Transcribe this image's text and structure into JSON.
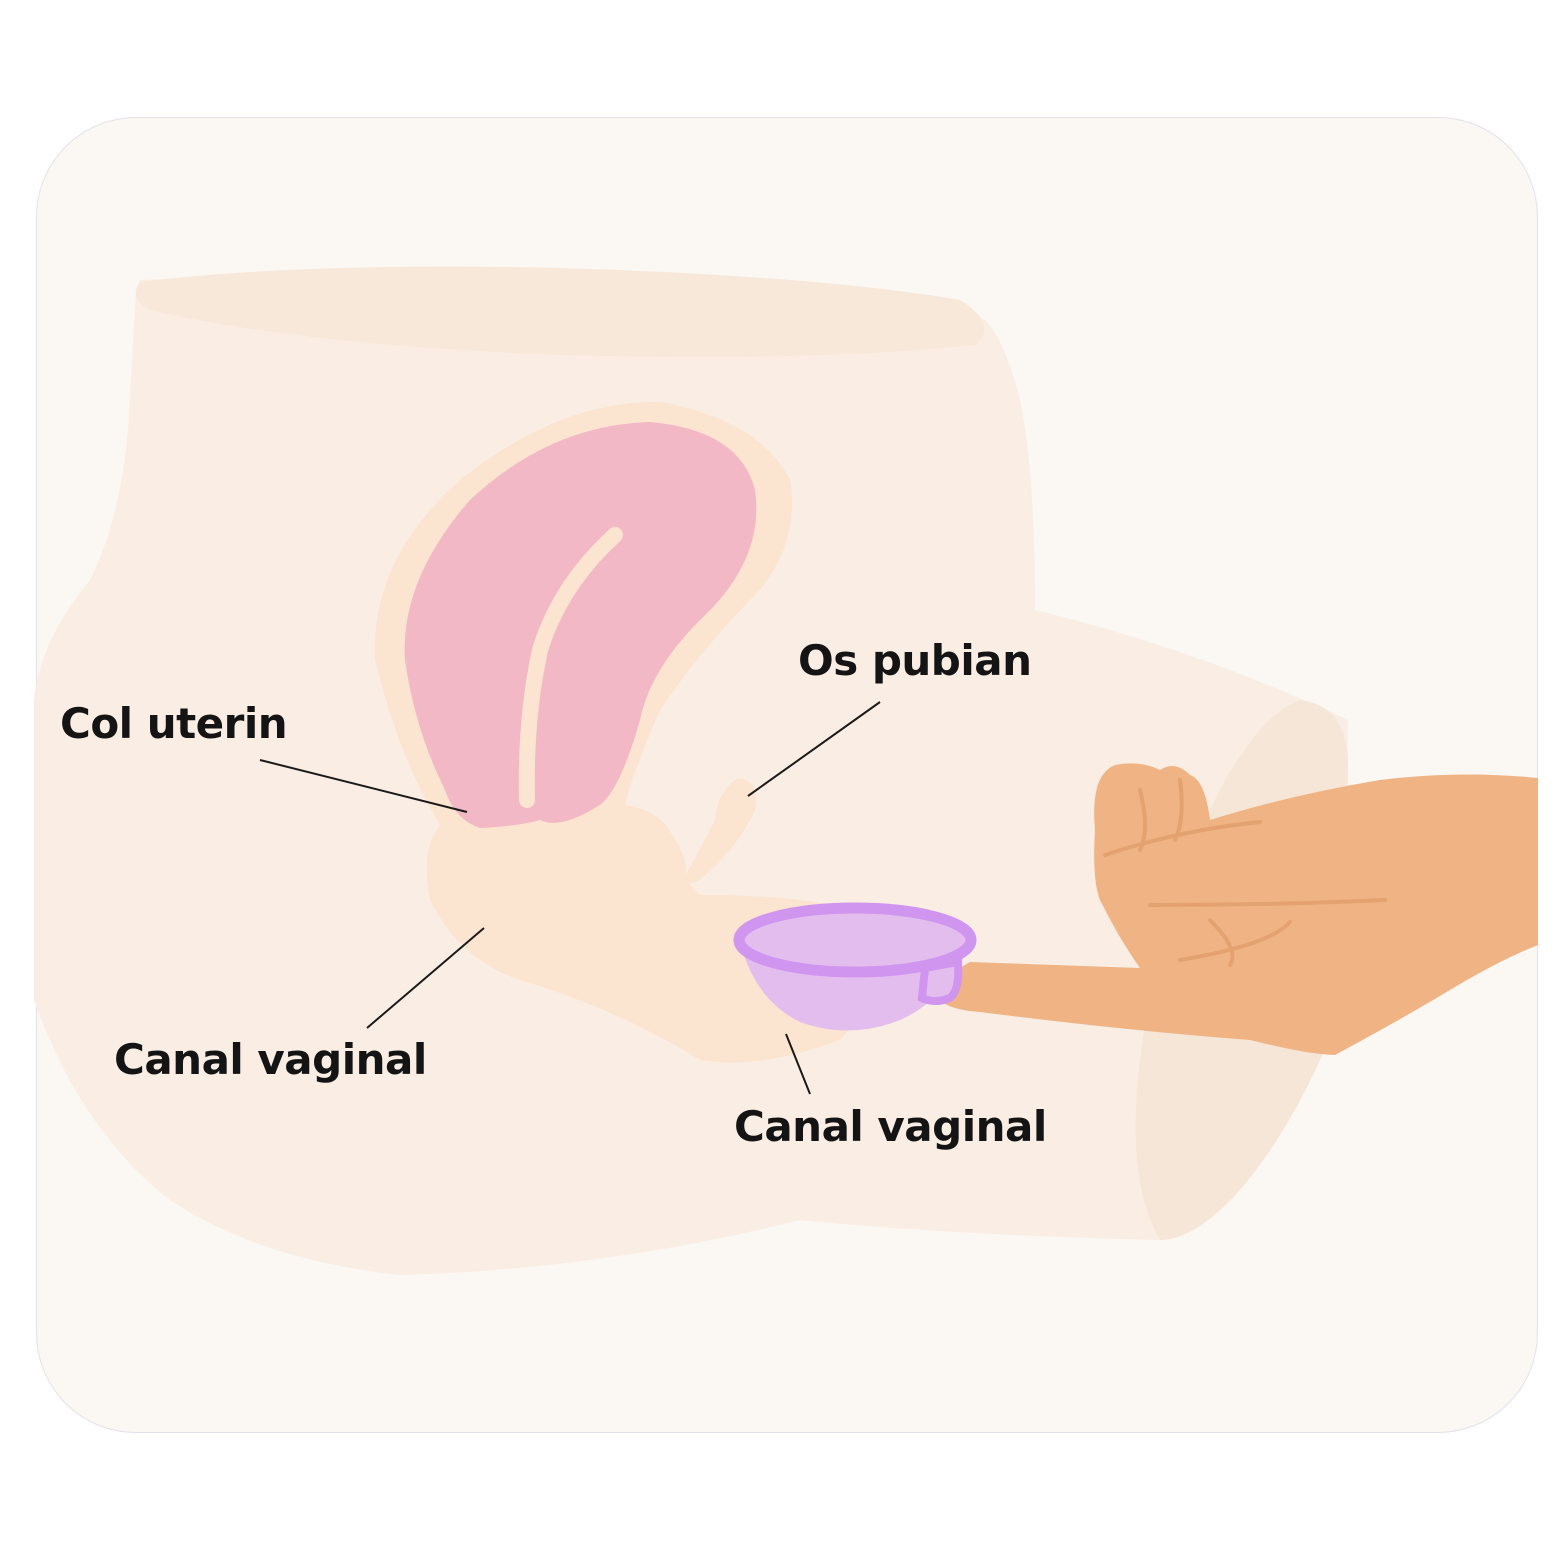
{
  "labels": {
    "cervix": "Col uterin",
    "pubic_bone": "Os pubian",
    "vaginal_canal_left": "Canal vaginal",
    "vaginal_canal_right": "Canal vaginal"
  },
  "colors": {
    "card_background": "#fbf7f3",
    "body": "#faeee4",
    "body_shade": "#f7e8da",
    "tissue": "#fbe4d0",
    "uterus": "#f3b8c5",
    "hand": "#f0b484",
    "cup_fill": "#e3bdee",
    "cup_rim": "#cf95ef",
    "leader_line": "#1a1a1a",
    "text": "#141414"
  }
}
